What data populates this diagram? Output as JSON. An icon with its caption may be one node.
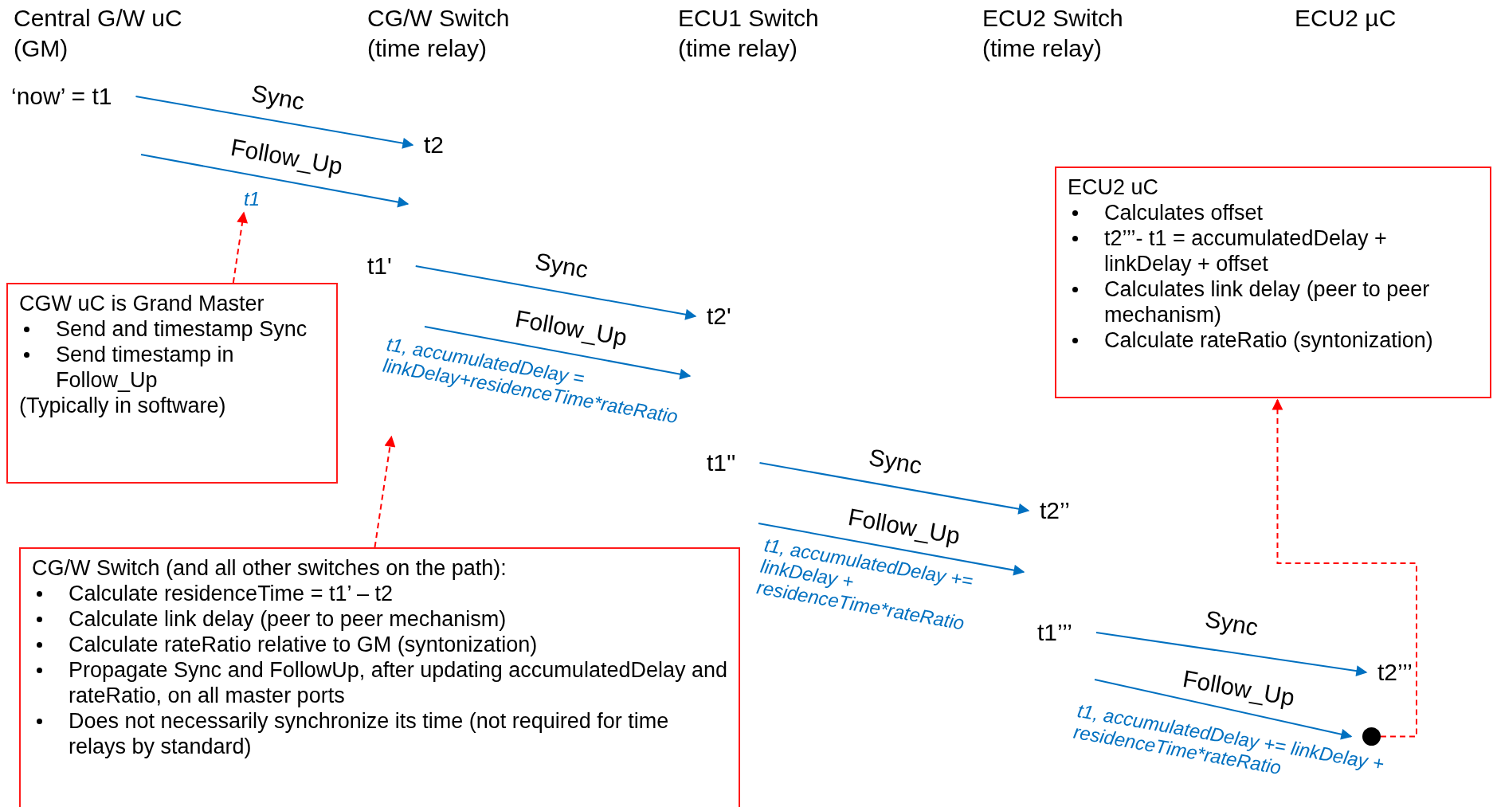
{
  "diagram": {
    "nodes": [
      {
        "text": [
          "‘now’ = t1"
        ]
      },
      {
        "text": [
          "t2"
        ]
      },
      {
        "text": [
          "t1'"
        ]
      },
      {
        "text": [
          "t2'"
        ]
      },
      {
        "text": [
          "t1''"
        ]
      },
      {
        "text": [
          "t2’’"
        ]
      },
      {
        "text": [
          "t1’’’"
        ]
      },
      {
        "text": [
          "t2’’’"
        ]
      },
      {
        "text": [],
        "shape": "circle"
      },
      {
        "text": [
          "CGW uC is Grand Master",
          "Send and timestamp Sync",
          "Send timestamp in Follow_Up",
          "(Typically in software)"
        ]
      },
      {
        "text": [
          "CG/W Switch (and all other switches on the path):",
          "Calculate residenceTime = t1’ – t2",
          "Calculate link delay (peer to peer mechanism)",
          "Calculate rateRatio relative to GM (syntonization)",
          "Propagate Sync and FollowUp, after updating accumulatedDelay and rateRatio, on all master ports",
          "Does not necessarily synchronize its time (not required for time relays by standard)"
        ]
      },
      {
        "text": [
          "ECU2 uC",
          "Calculates offset",
          "t2’’’- t1 = accumulatedDelay + linkDelay + offset",
          "Calculates link delay (peer to peer mechanism)",
          "Calculate rateRatio (syntonization)"
        ]
      },
      {
        "text": [
          "t1"
        ]
      },
      {
        "text": [
          "t1, accumulatedDelay = linkDelay+residenceTime*rateRatio"
        ]
      }
    ],
    "edges": [
      {
        "from": 0,
        "to": 1,
        "arrow": "to",
        "label": "Sync"
      },
      {
        "from": 2,
        "to": 3,
        "arrow": "to",
        "label": "Sync"
      },
      {
        "from": 4,
        "to": 5,
        "arrow": "to",
        "label": "Sync"
      },
      {
        "from": 6,
        "to": 7,
        "arrow": "to",
        "label": "Sync"
      },
      {
        "from": null,
        "to": 8,
        "arrow": "to",
        "label": "Follow_Up"
      },
      {
        "from": 9,
        "to": 12,
        "arrow": "to",
        "style": "dashed",
        "color": "#ff0000"
      },
      {
        "from": 10,
        "to": 13,
        "arrow": "to",
        "style": "dashed",
        "color": "#ff0000"
      },
      {
        "from": 8,
        "to": 11,
        "arrow": "to",
        "style": "dashed",
        "color": "#ff0000"
      }
    ],
    "labels": [
      "Central G/W uC (GM)",
      "CG/W Switch (time relay)",
      "ECU1 Switch (time relay)",
      "ECU2 Switch (time relay)",
      "ECU2 µC",
      "Follow_Up",
      "Follow_Up",
      "Follow_Up",
      "t1, accumulatedDelay += linkDelay + residenceTime*rateRatio",
      "t1, accumulatedDelay += linkDelay + residenceTime*rateRatio"
    ]
  }
}
